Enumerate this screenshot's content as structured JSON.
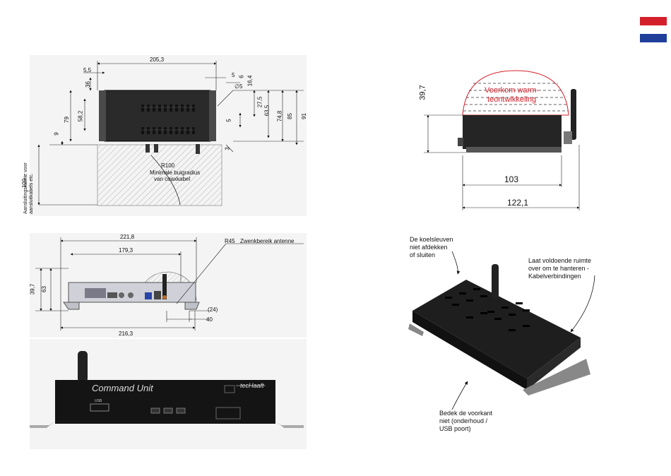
{
  "flag": {
    "colors": [
      "#d4202a",
      "#ffffff",
      "#1f3f9b"
    ]
  },
  "top_left": {
    "dims": {
      "width_total": "205,3",
      "left_small": "5,5",
      "left_36": "36",
      "left_79": "79",
      "left_58_2": "58,2",
      "left_9": "9",
      "r5": "5",
      "r6": "6",
      "r16_4": "16,4",
      "r_dia5": "∅5",
      "r27_5": "27,5",
      "r5b": "5",
      "r63_5": "63,5",
      "r74_8": "74,8",
      "r85": "85",
      "r91": "91",
      "r3": "3",
      "left_100": "100"
    },
    "left_note": "Aansluitingsruimte voor aansluitkabels etc.",
    "radius_label": "R100",
    "radius_note_1": "Minimale buigradius",
    "radius_note_2": "van coaxkabel"
  },
  "top_right": {
    "height": "39,7",
    "warning_1": "Voorkom warm-",
    "warning_2": "teontwikkeling",
    "width_103": "103",
    "width_122": "122,1"
  },
  "mid_left": {
    "w_221": "221,8",
    "w_179": "179,3",
    "w_216": "216,3",
    "h_39": "39,7",
    "h_63": "63",
    "r45": "R45",
    "r45_note": "Zwenkbereik antenne",
    "d24": "(24)",
    "d40": "40"
  },
  "bottom_left": {
    "title": "Command Unit",
    "usb": "USB",
    "logo": "tecHaaft"
  },
  "right_photo": {
    "note_vents_1": "De koelsleuven",
    "note_vents_2": "niet afdekken",
    "note_vents_3": "of sluiten",
    "note_space_1": "Laat voldoende ruimte",
    "note_space_2": "over om te hanteren -",
    "note_space_3": "Kabelverbindingen",
    "note_front_1": "Bedek de voorkant",
    "note_front_2": "niet (onderhoud /",
    "note_front_3": "USB poort)"
  }
}
